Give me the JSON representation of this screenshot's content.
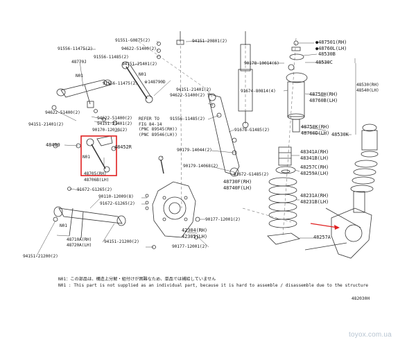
{
  "colors": {
    "line": "#333333",
    "highlight_box": "#e02020",
    "arrow": "#e02020",
    "watermark": "#b7c4d1"
  },
  "labels": {
    "p91551": "91551-G0875(2)",
    "p94151_20801": "94151-20801(2)",
    "p91556_11475": "91556-11475(2)",
    "p94622_51400_top": "94622-51400(2)",
    "p91556_11485_top": "91556-11485(2)",
    "p48770j": "48770J",
    "p94151_21401_top": "94151-21401(2)",
    "n01_a": "N01",
    "n01_b": "N01",
    "p148790d": "※148790D",
    "p91556_11475_b": "91556-11475(2)",
    "p94622_51400_b": "94622-51400(2)",
    "p94151_21401_l": "94151-21401(2)",
    "p94622_51400_c": "94622-51400(2)",
    "p94151_21401_c": "94151-21401(2)",
    "p90170_12030": "90170-12030(2)",
    "p48409": "48409",
    "p48452r": "48452R",
    "n01_c": "N01",
    "p48705": "48705(RH)",
    "p48706": "48706B(LH)",
    "p94151_21401_m": "94151-21401(2)",
    "p94622_51400_m": "94622-51400(2)",
    "p91556_11485_m": "91556-11485(2)",
    "p90179_14044": "90179-14044(2)",
    "p90179_14068": "90179-14068(2)",
    "p91672_g1265_a": "91672-G1265(2)",
    "p90110_12009": "90110-12009(8)",
    "p91672_g1265_b": "91672-G1265(2)",
    "n01_d": "N01",
    "p48710a": "48710A(RH)",
    "p48720a": "48720A(LH)",
    "p94151_21200_a": "94151-21200(2)",
    "p94151_21200_b": "94151-21200(2)",
    "p90177_12001_a": "90177-12001(2)",
    "p42304": "42304(RH)",
    "p42305": "42305(LH)",
    "p90177_12001_b": "90177-12001(2)",
    "p90178_10014": "90178-10014(6)",
    "p91674_80814": "91674-80814(4)",
    "p91678_g1485": "91678-G1485(2)",
    "p91672_g1485": "91672-G1485(2)",
    "p48730f": "48730F(RH)",
    "p48740f": "48740F(LH)",
    "p487501": "●487501(RH)",
    "p48760l": "●48760L(LH)",
    "p48530b": "48530B",
    "p48530c": "48530C",
    "p48530": "48530(RH)",
    "p48540": "48540(LH)",
    "p48750h": "48750H(RH)",
    "p48760b": "48760B(LH)",
    "p48750k": "48750K(RH)",
    "p48760d": "48760D(LH)",
    "p48530k": "48530K",
    "p48341a": "48341A(RH)",
    "p48341b": "48341B(LH)",
    "p48257c": "48257C(RH)",
    "p48259a": "48259A(LH)",
    "p48231a": "48231A(RH)",
    "p48231b": "48231B(LH)",
    "p48257a": "48257A"
  },
  "reference": {
    "line1": "REFER TO",
    "line2": "FIG 84-14",
    "line3": "(PNC 89545(RH))",
    "line4": "(PNC 89546(LH))"
  },
  "notes": {
    "jp": "N01：この部品は、構造上分解・組付けが困難なため、単品では補給していません",
    "en": "N01 : This part is not supplied as an individual part, because it is hard to assemble / disassemble due to the structure"
  },
  "figure_code": "482030H",
  "watermark": "toyox.com.ua"
}
